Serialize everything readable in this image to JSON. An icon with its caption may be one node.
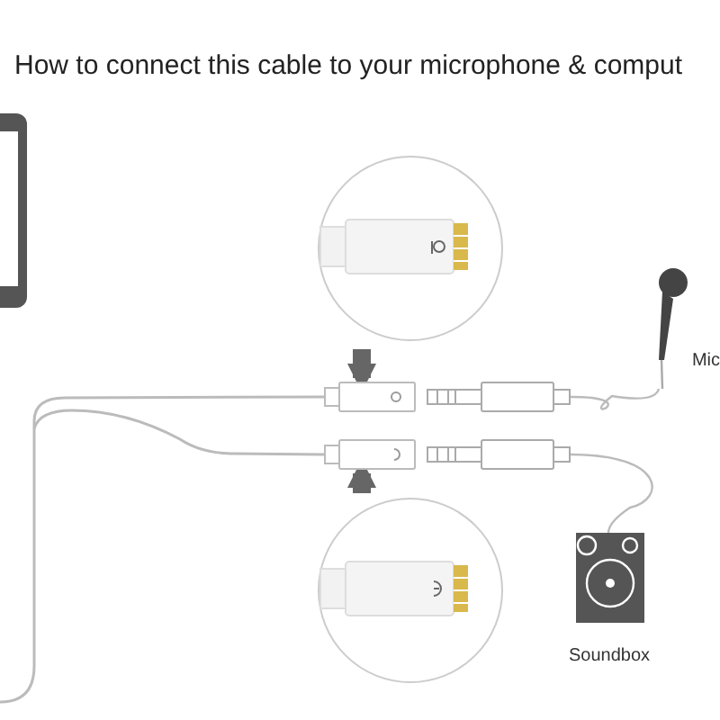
{
  "diagram": {
    "title": "How to connect this cable to your microphone & comput",
    "nodes": [
      {
        "text": [],
        "shape": "picture"
      },
      {
        "text": [],
        "shape": "picture"
      },
      {
        "text": [],
        "shape": "box"
      },
      {
        "text": [],
        "shape": "box"
      },
      {
        "text": [
          "Mic"
        ]
      },
      {
        "text": [],
        "shape": "box"
      },
      {
        "text": [],
        "shape": "box"
      },
      {
        "text": [],
        "shape": "picture"
      },
      {
        "text": [
          "Soundbox"
        ]
      }
    ],
    "edges": [
      {
        "from": 1,
        "to": 2,
        "arrow": "to",
        "style": "thick"
      },
      {
        "from": 7,
        "to": 5,
        "arrow": "to",
        "style": "thick"
      },
      {
        "from": null,
        "to": 2,
        "arrow": "none"
      },
      {
        "from": null,
        "to": 5,
        "arrow": "none"
      },
      {
        "from": 3,
        "to": 4,
        "arrow": "none"
      },
      {
        "from": 6,
        "to": 8,
        "arrow": "none"
      }
    ]
  }
}
